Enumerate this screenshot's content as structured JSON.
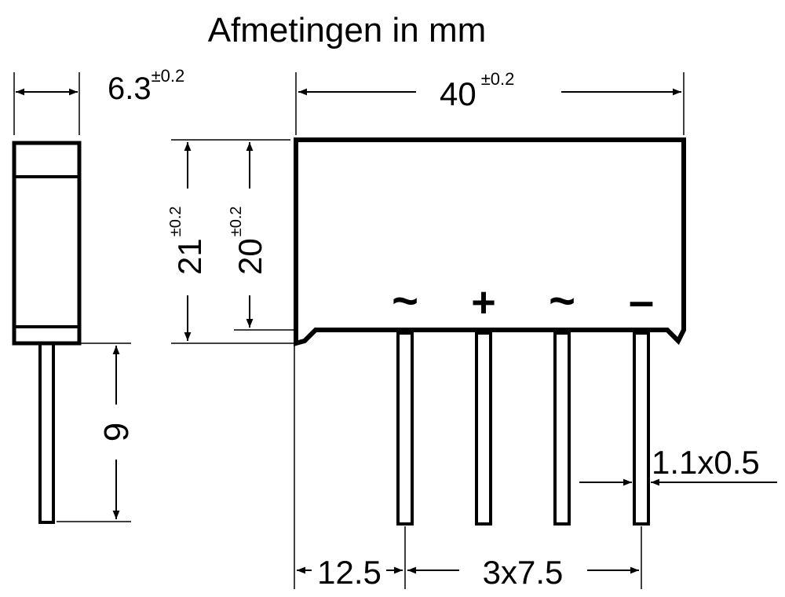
{
  "title": "Afmetingen in mm",
  "colors": {
    "line": "#000000",
    "background": "#ffffff"
  },
  "dimensions": {
    "width_side": {
      "value": "6.3",
      "tolerance": "±0.2"
    },
    "length": {
      "value": "40",
      "tolerance": "±0.2"
    },
    "height_total": {
      "value": "21",
      "tolerance": "±0.2"
    },
    "height_body": {
      "value": "20",
      "tolerance": "±0.2"
    },
    "pin_length": {
      "value": "9"
    },
    "pin_size": {
      "value": "1.1x0.5"
    },
    "first_pin_offset": {
      "value": "12.5"
    },
    "pin_pitch": {
      "value": "3x7.5"
    }
  },
  "pin_labels": [
    "~",
    "+",
    "~",
    "–"
  ]
}
